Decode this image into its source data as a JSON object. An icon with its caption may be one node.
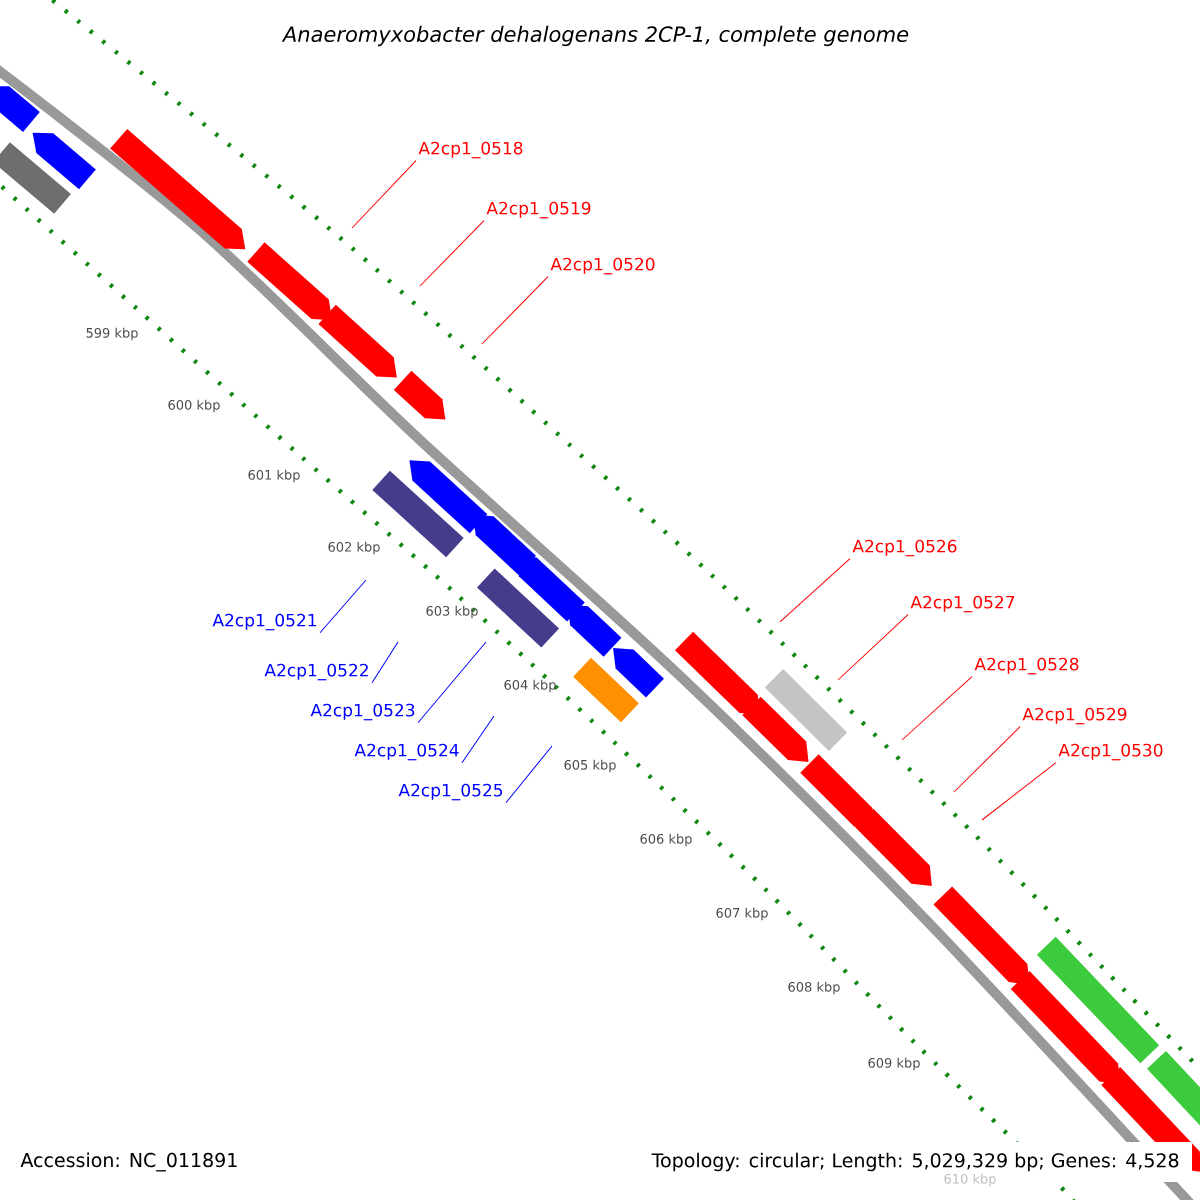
{
  "diagram": {
    "title": "Anaeromyxobacter dehalogenans 2CP-1, complete genome",
    "nodes": [
      {
        "text": [
          "A2cp1_0518"
        ]
      },
      {
        "text": [
          "A2cp1_0519"
        ]
      },
      {
        "text": [
          "A2cp1_0520"
        ]
      },
      {
        "text": [
          "A2cp1_0521"
        ]
      },
      {
        "text": [
          "A2cp1_0522"
        ]
      },
      {
        "text": [
          "A2cp1_0523"
        ]
      },
      {
        "text": [
          "A2cp1_0524"
        ]
      },
      {
        "text": [
          "A2cp1_0525"
        ]
      },
      {
        "text": [
          "A2cp1_0526"
        ]
      },
      {
        "text": [
          "A2cp1_0527"
        ]
      },
      {
        "text": [
          "A2cp1_0528"
        ]
      },
      {
        "text": [
          "A2cp1_0529"
        ]
      },
      {
        "text": [
          "A2cp1_0530"
        ]
      }
    ],
    "edges": [
      {
        "from": 0,
        "to": null,
        "arrow": "none"
      },
      {
        "from": 1,
        "to": null,
        "arrow": "none"
      },
      {
        "from": 2,
        "to": null,
        "arrow": "none"
      },
      {
        "from": 3,
        "to": null,
        "arrow": "none",
        "color": "#0000ff"
      },
      {
        "from": 4,
        "to": null,
        "arrow": "none",
        "color": "#0000ff"
      },
      {
        "from": 5,
        "to": null,
        "arrow": "none",
        "color": "#0000ff"
      },
      {
        "from": 6,
        "to": null,
        "arrow": "none",
        "color": "#0000ff"
      },
      {
        "from": 7,
        "to": null,
        "arrow": "none",
        "color": "#0000ff"
      },
      {
        "from": 8,
        "to": null,
        "arrow": "none"
      },
      {
        "from": 9,
        "to": null,
        "arrow": "none"
      },
      {
        "from": 10,
        "to": null,
        "arrow": "none"
      },
      {
        "from": 11,
        "to": null,
        "arrow": "none"
      },
      {
        "from": 12,
        "to": null,
        "arrow": "none"
      }
    ],
    "labels": [
      "599 kbp",
      "600 kbp",
      "601 kbp",
      "602 kbp",
      "603 kbp",
      "604 kbp",
      "605 kbp",
      "606 kbp",
      "607 kbp",
      "608 kbp",
      "609 kbp",
      "610 kbp",
      "Accession: NC_011891",
      "Topology: circular; Length: 5,029,329 bp; Genes: 4,528"
    ]
  }
}
